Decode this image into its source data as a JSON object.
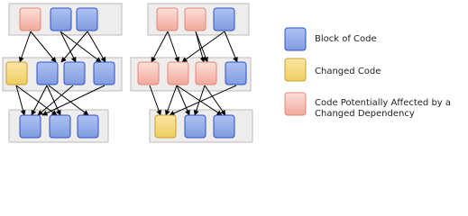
{
  "colors": {
    "block": "#90A8E6",
    "changed": "#F4D77E",
    "affected": "#F6C4BB",
    "panel": "#EFEDEB",
    "panel_border": "#BDBBB8"
  },
  "left_diagram": {
    "rows": [
      [
        "affected",
        "block",
        "block"
      ],
      [
        "changed",
        "block",
        "block",
        "block"
      ],
      [
        "block",
        "block",
        "block"
      ]
    ]
  },
  "right_diagram": {
    "rows": [
      [
        "affected",
        "affected",
        "block"
      ],
      [
        "affected",
        "affected",
        "affected",
        "block"
      ],
      [
        "changed",
        "block",
        "block"
      ]
    ]
  },
  "legend": {
    "items": [
      {
        "kind": "block",
        "label": "Block of Code"
      },
      {
        "kind": "changed",
        "label": "Changed Code"
      },
      {
        "kind": "affected",
        "label": "Code Potentially Affected by a Changed Dependency"
      }
    ]
  }
}
